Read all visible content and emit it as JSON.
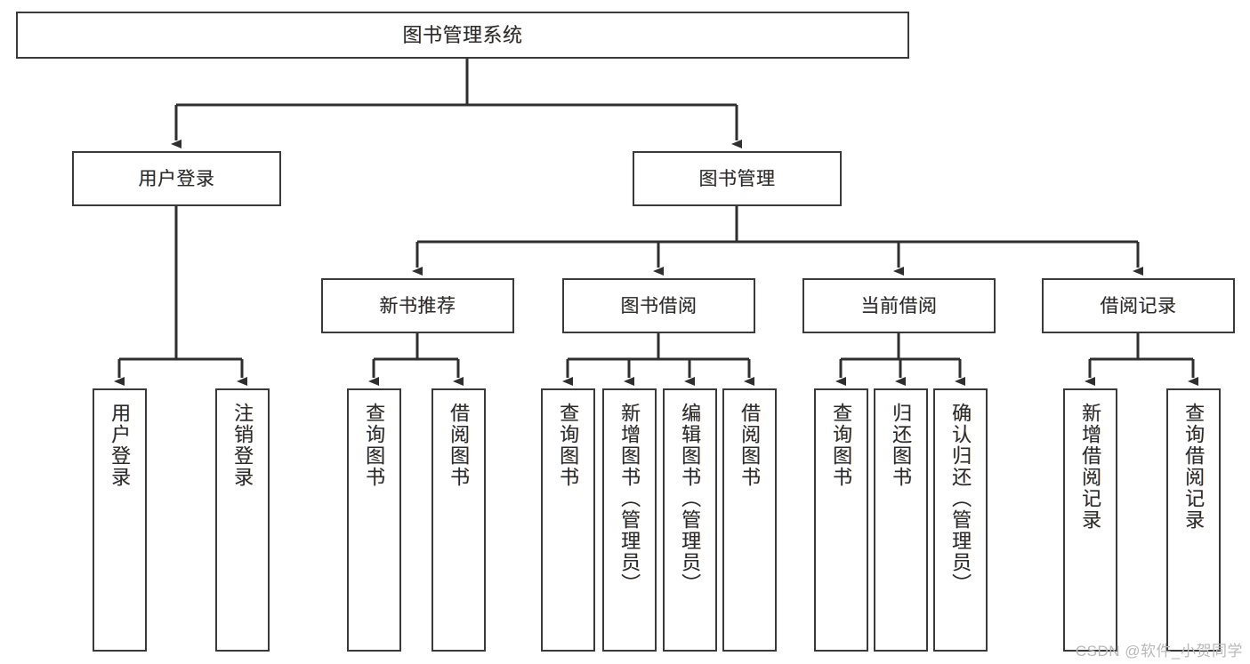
{
  "diagram": {
    "title": "图书管理系统",
    "type": "tree",
    "watermark": "CSDN @软件_小贺同学",
    "colors": {
      "box_border": "#3a3a3a",
      "box_fill": "#ffffff",
      "edge": "#2f2f2f",
      "text": "#2b2b2b",
      "watermark": "#b9b9b9"
    },
    "levels": {
      "root": {
        "label": "图书管理系统"
      },
      "level2": [
        {
          "label": "用户登录"
        },
        {
          "label": "图书管理"
        }
      ],
      "level3": [
        {
          "label": "新书推荐"
        },
        {
          "label": "图书借阅"
        },
        {
          "label": "当前借阅"
        },
        {
          "label": "借阅记录"
        }
      ],
      "leaves": {
        "user_login": [
          {
            "label": "用户登录"
          },
          {
            "label": "注销登录"
          }
        ],
        "new_book_recommend": [
          {
            "label": "查询图书"
          },
          {
            "label": "借阅图书"
          }
        ],
        "book_borrow": [
          {
            "label": "查询图书"
          },
          {
            "label": "新增图书（管理员）"
          },
          {
            "label": "编辑图书（管理员）"
          },
          {
            "label": "借阅图书"
          }
        ],
        "current_borrow": [
          {
            "label": "查询图书"
          },
          {
            "label": "归还图书"
          },
          {
            "label": "确认归还（管理员）"
          }
        ],
        "borrow_record": [
          {
            "label": "新增借阅记录"
          },
          {
            "label": "查询借阅记录"
          }
        ]
      }
    }
  }
}
